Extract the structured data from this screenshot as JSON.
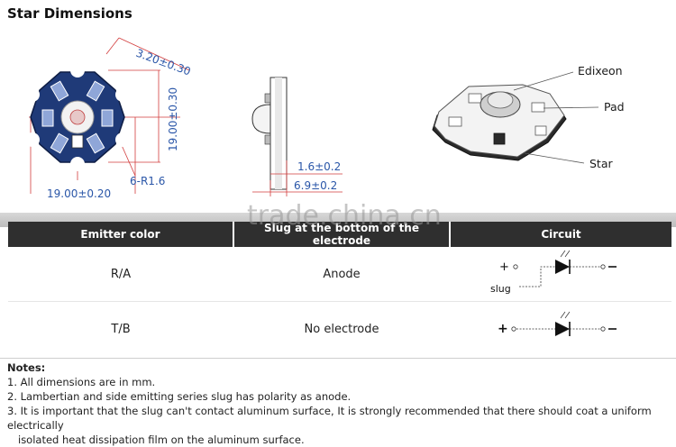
{
  "title": "Star Dimensions",
  "dimensions": {
    "pad_width": "3.20±0.30",
    "height": "19.00±0.30",
    "width": "19.00±0.20",
    "hole": "6-R1.6",
    "thickness_base": "1.6±0.2",
    "thickness_total": "6.9±0.2"
  },
  "callouts": {
    "lens": "Edixeon",
    "pad": "Pad",
    "star": "Star"
  },
  "watermark": "trade.china.cn",
  "table": {
    "headers": [
      "Emitter color",
      "Slug at the bottom of the electrode",
      "Circuit"
    ],
    "rows": [
      {
        "color": "R/A",
        "slug": "Anode",
        "circuit_plus": "+",
        "circuit_minus": "−",
        "circuit_slug": "slug"
      },
      {
        "color": "T/B",
        "slug": "No electrode",
        "circuit_plus": "+",
        "circuit_minus": "−"
      }
    ]
  },
  "notes": {
    "heading": "Notes:",
    "items": [
      "1. All dimensions are in mm.",
      "2. Lambertian and side emitting series slug has polarity as anode.",
      "3. It is important that the slug can't contact aluminum surface, It is strongly recommended that there should coat a uniform electrically",
      "isolated heat dissipation film on the aluminum surface."
    ]
  },
  "colors": {
    "accent_blue": "#2a56a8",
    "dim_red": "#d23c3c",
    "header_bg": "#2f2f2f"
  }
}
